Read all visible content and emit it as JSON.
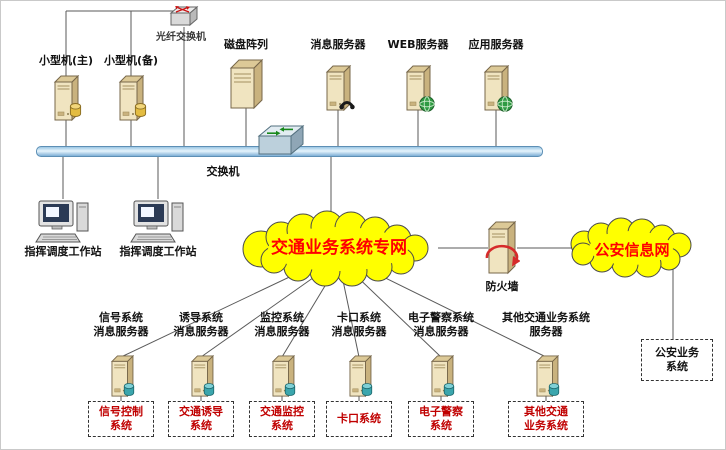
{
  "top_row": {
    "fiber_switch": "光纤交换机",
    "mini_main": "小型机(主)",
    "mini_backup": "小型机(备)",
    "disk_array": "磁盘阵列",
    "message_server": "消息服务器",
    "web_server": "WEB服务器",
    "app_server": "应用服务器"
  },
  "middle": {
    "switch": "交换机",
    "workstation_1": "指挥调度工作站",
    "workstation_2": "指挥调度工作站",
    "traffic_cloud": "交通业务系统专网",
    "firewall": "防火墙",
    "police_cloud": "公安信息网"
  },
  "bottom_row": [
    {
      "server_label": "信号系统\n消息服务器",
      "system_label": "信号控制\n系统"
    },
    {
      "server_label": "诱导系统\n消息服务器",
      "system_label": "交通诱导\n系统"
    },
    {
      "server_label": "监控系统\n消息服务器",
      "system_label": "交通监控\n系统"
    },
    {
      "server_label": "卡口系统\n消息服务器",
      "system_label": "卡口系统"
    },
    {
      "server_label": "电子警察系统\n消息服务器",
      "system_label": "电子警察\n系统"
    },
    {
      "server_label": "其他交通业务系统\n服务器",
      "system_label": "其他交通\n业务系统"
    }
  ],
  "police_system": "公安业务\n系统",
  "colors": {
    "cloud_fill": "#ffff00",
    "cloud_text": "#ff0000",
    "system_box_text": "#c00000",
    "bus_blue": "#9cc7e4",
    "server_beige": "#f0e4c0"
  }
}
